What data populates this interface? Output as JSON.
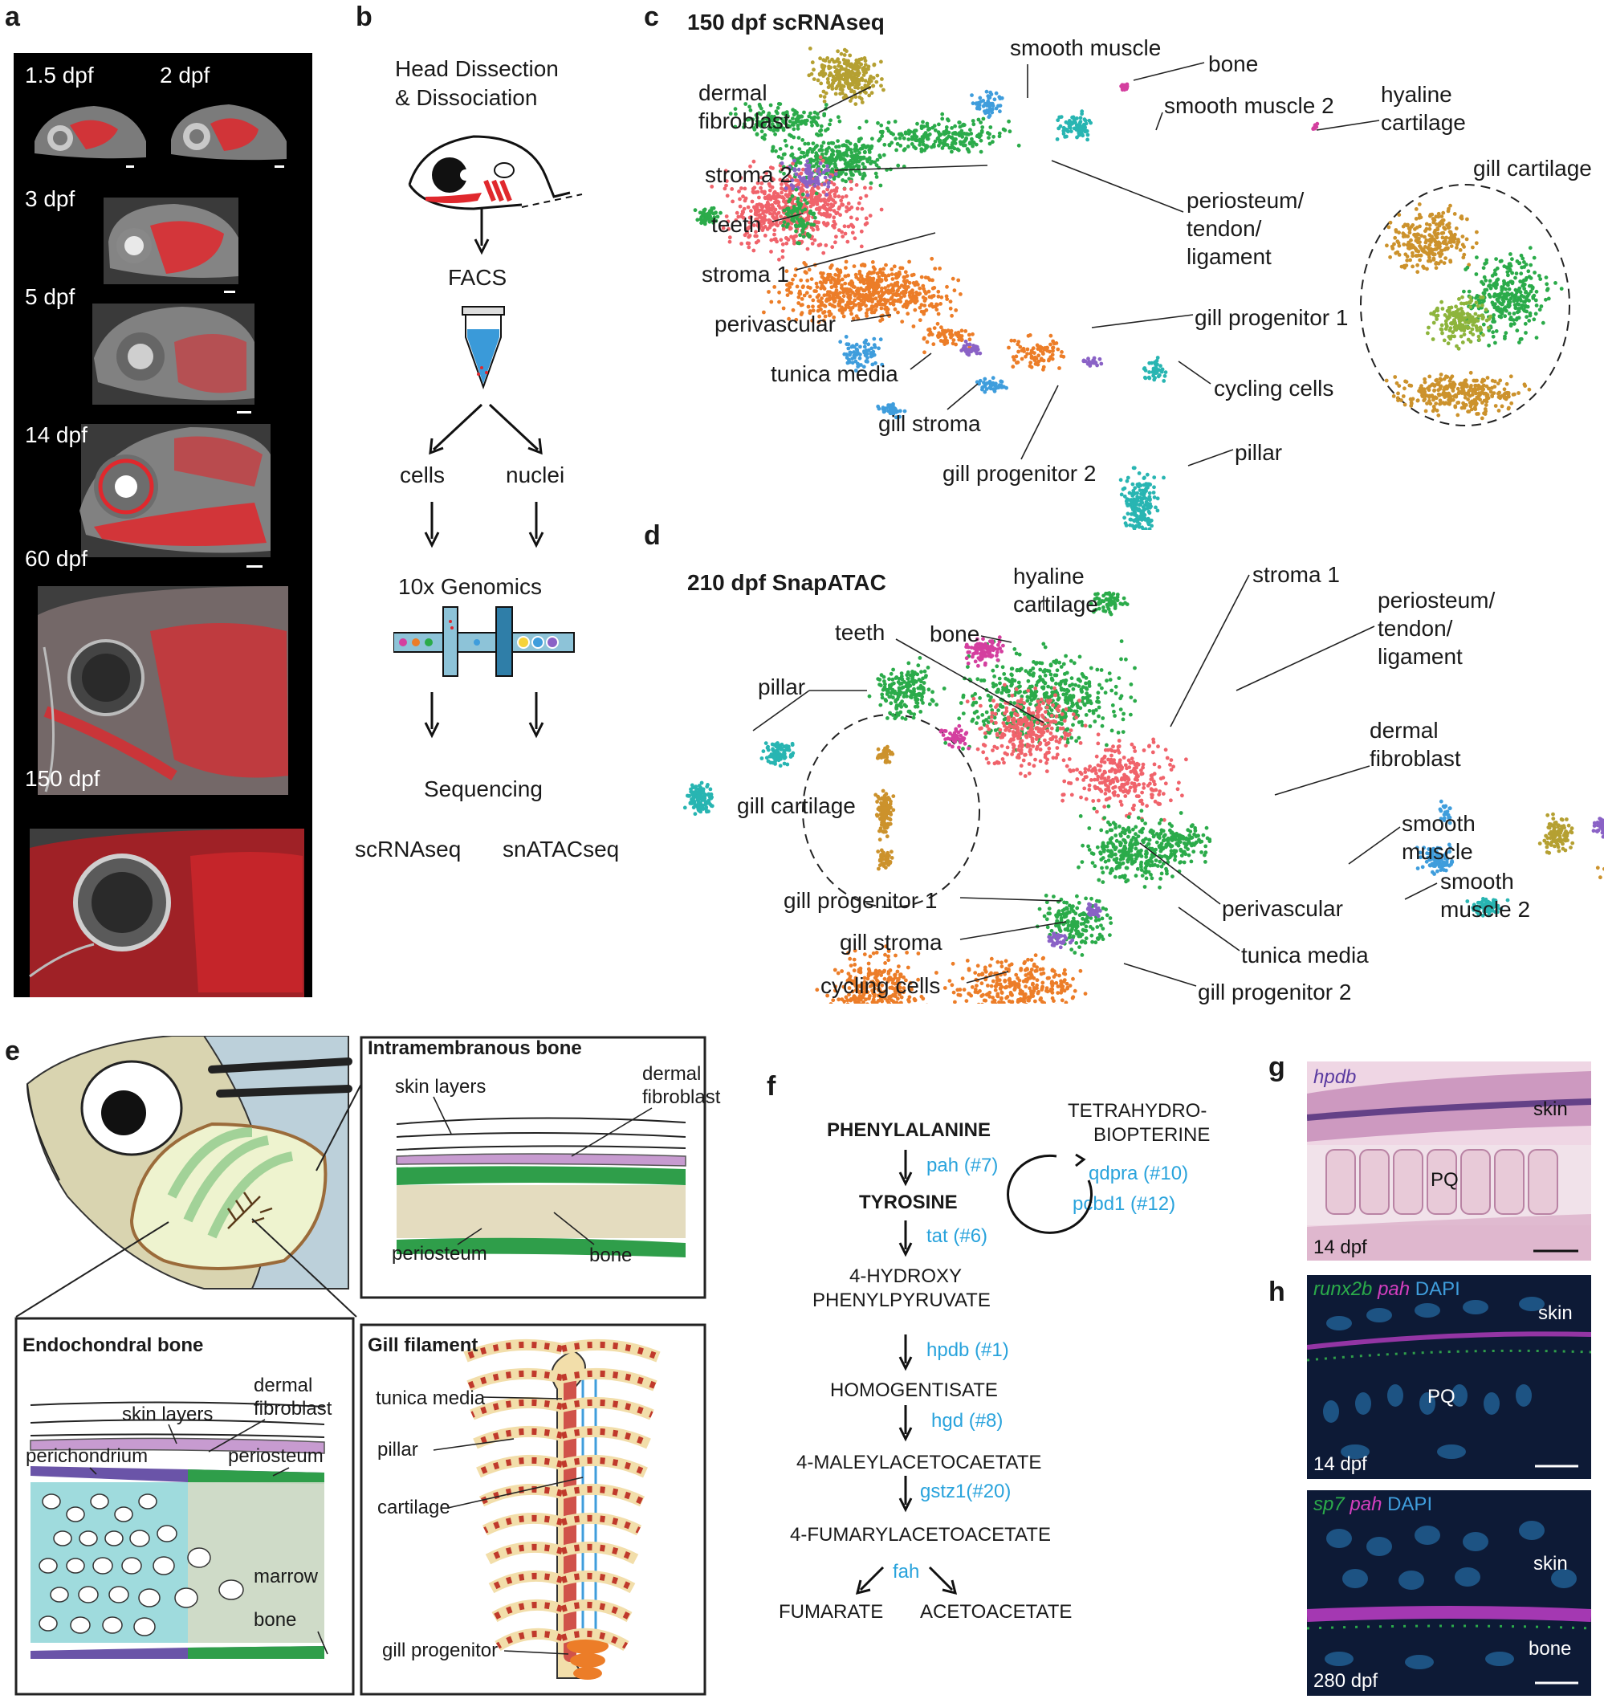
{
  "panels": {
    "a": {
      "letter": "a",
      "stages": [
        "1.5 dpf",
        "2 dpf",
        "3 dpf",
        "5 dpf",
        "14 dpf",
        "60 dpf",
        "150 dpf"
      ]
    },
    "b": {
      "letter": "b",
      "title_l1": "Head Dissection",
      "title_l2": "& Dissociation",
      "facs": "FACS",
      "cells": "cells",
      "nuclei": "nuclei",
      "tenx": "10x Genomics",
      "sequencing": "Sequencing",
      "scrna": "scRNAseq",
      "snatac": "snATACseq"
    },
    "c": {
      "letter": "c",
      "title": "150 dpf scRNAseq",
      "labels": {
        "dermal": "dermal\nfibroblast",
        "smooth": "smooth muscle",
        "bone": "bone",
        "smooth2": "smooth muscle 2",
        "hyaline": "hyaline\ncartilage",
        "gillcart": "gill cartilage",
        "stroma2": "stroma 2",
        "teeth": "teeth",
        "stroma1": "stroma 1",
        "periosteum": "periosteum/\ntendon/\nligament",
        "perivascular": "perivascular",
        "gillprog1": "gill progenitor 1",
        "tunica": "tunica media",
        "cycling": "cycling cells",
        "gillstroma": "gill stroma",
        "gillprog2": "gill progenitor 2",
        "pillar": "pillar"
      }
    },
    "d": {
      "letter": "d",
      "title": "210 dpf SnapATAC",
      "labels": {
        "hyaline": "hyaline\ncartilage",
        "stroma1": "stroma 1",
        "periosteum": "periosteum/\ntendon/\nligament",
        "teeth": "teeth",
        "bone": "bone",
        "pillar": "pillar",
        "dermal": "dermal\nfibroblast",
        "gillcart": "gill cartilage",
        "smooth": "smooth\nmuscle",
        "smooth2": "smooth\nmuscle 2",
        "gillprog1": "gill progenitor 1",
        "perivascular": "perivascular",
        "gillstroma": "gill stroma",
        "tunica": "tunica media",
        "cycling": "cycling cells",
        "gillprog2": "gill progenitor 2"
      }
    },
    "e": {
      "letter": "e",
      "intramembranous": {
        "title": "Intramembranous bone",
        "skin": "skin layers",
        "dermal": "dermal\nfibroblast",
        "periosteum": "periosteum",
        "bone": "bone"
      },
      "endochondral": {
        "title": "Endochondral bone",
        "skin": "skin layers",
        "dermal": "dermal\nfibroblast",
        "perichondrium": "perichondrium",
        "periosteum": "periosteum",
        "marrow": "marrow",
        "bone": "bone"
      },
      "gill": {
        "title": "Gill filament",
        "tunica": "tunica media",
        "pillar": "pillar",
        "cartilage": "cartilage",
        "progenitor": "gill progenitor"
      }
    },
    "f": {
      "letter": "f",
      "phe": "PHENYLALANINE",
      "pah": "pah (#7)",
      "tyr": "TYROSINE",
      "tat": "tat (#6)",
      "hpp1": "4-HYDROXY",
      "hpp2": "PHENYLPYRUVATE",
      "hpdb": "hpdb (#1)",
      "hga": "HOMOGENTISATE",
      "hgd": "hgd (#8)",
      "maa": "4-MALEYLACETOCAETATE",
      "gstz1": "gstz1(#20)",
      "faa": "4-FUMARYLACETOACETATE",
      "fah": "fah",
      "fumarate": "FUMARATE",
      "acetoacetate": "ACETOACETATE",
      "bh4_1": "TETRAHYDRO-",
      "bh4_2": "BIOPTERINE",
      "qdpra": "qdpra (#10)",
      "pcbd1": "pcbd1 (#12)"
    },
    "g": {
      "letter": "g",
      "gene": "hpdb",
      "skin": "skin",
      "pq": "PQ",
      "stage": "14 dpf"
    },
    "h": {
      "letter": "h",
      "top": {
        "g1": "runx2b",
        "g2": "pah",
        "g3": "DAPI",
        "skin": "skin",
        "pq": "PQ",
        "stage": "14 dpf"
      },
      "bottom": {
        "g1": "sp7",
        "g2": "pah",
        "g3": "DAPI",
        "skin": "skin",
        "bone": "bone",
        "stage": "280 dpf"
      }
    }
  },
  "colors": {
    "olive": "#b5a032",
    "green": "#2bab4a",
    "salmon": "#f0636b",
    "orange": "#ec7d28",
    "blue": "#3f9ddc",
    "teal": "#28b5b2",
    "magenta": "#d43f9f",
    "purple": "#8a62c6",
    "olivegreen": "#8db43c",
    "goldorange": "#cc922c",
    "accent": "#29a3dc"
  }
}
